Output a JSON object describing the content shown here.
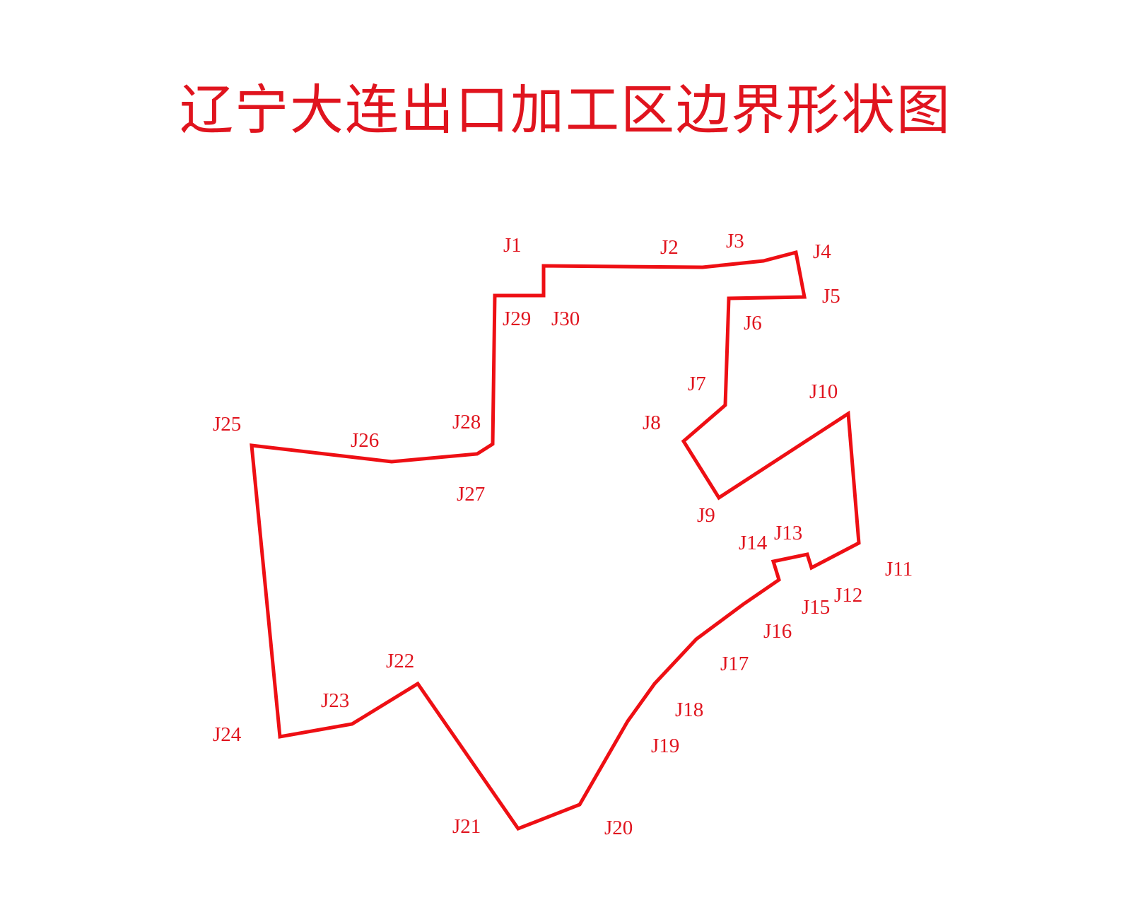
{
  "title": "辽宁大连出口加工区边界形状图",
  "colors": {
    "boundary": "#ee0f14",
    "label": "#e0141e",
    "background": "#ffffff"
  },
  "points": [
    {
      "id": "J1"
    },
    {
      "id": "J2"
    },
    {
      "id": "J3"
    },
    {
      "id": "J4"
    },
    {
      "id": "J5"
    },
    {
      "id": "J6"
    },
    {
      "id": "J7"
    },
    {
      "id": "J8"
    },
    {
      "id": "J9"
    },
    {
      "id": "J10"
    },
    {
      "id": "J11"
    },
    {
      "id": "J12"
    },
    {
      "id": "J13"
    },
    {
      "id": "J14"
    },
    {
      "id": "J15"
    },
    {
      "id": "J16"
    },
    {
      "id": "J17"
    },
    {
      "id": "J18"
    },
    {
      "id": "J19"
    },
    {
      "id": "J20"
    },
    {
      "id": "J21"
    },
    {
      "id": "J22"
    },
    {
      "id": "J23"
    },
    {
      "id": "J24"
    },
    {
      "id": "J25"
    },
    {
      "id": "J26"
    },
    {
      "id": "J27"
    },
    {
      "id": "J28"
    },
    {
      "id": "J29"
    },
    {
      "id": "J30"
    }
  ]
}
